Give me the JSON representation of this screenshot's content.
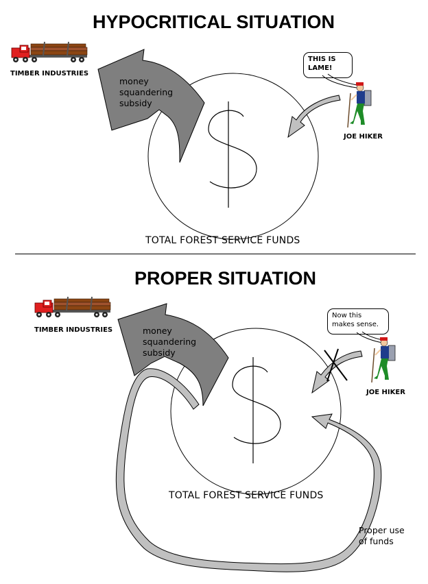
{
  "top": {
    "title": "HYPOCRITICAL SITUATION",
    "timber_label": "TIMBER INDUSTRIES",
    "subsidy_lines": [
      "money",
      "squandering",
      "subsidy"
    ],
    "funds_label": "TOTAL FOREST SERVICE FUNDS",
    "hiker_label": "JOE HIKER",
    "bubble_lines": [
      "THIS IS",
      "LAME!"
    ]
  },
  "bottom": {
    "title": "PROPER SITUATION",
    "timber_label": "TIMBER INDUSTRIES",
    "subsidy_lines": [
      "money",
      "squandering",
      "subsidy"
    ],
    "funds_label": "TOTAL FOREST SERVICE FUNDS",
    "hiker_label": "JOE HIKER",
    "bubble_lines": [
      "Now this",
      "makes sense."
    ],
    "proper_use_lines": [
      "Proper use",
      "of funds"
    ]
  },
  "colors": {
    "subsidy_arrow": "#7f7f7f",
    "hiker_arrow": "#c0c0c0",
    "truck_cab": "#e02020",
    "logs": "#8b4513",
    "hiker_shirt": "#1e3c8c",
    "hiker_pants": "#1e8c28",
    "hiker_cap": "#d01818"
  }
}
